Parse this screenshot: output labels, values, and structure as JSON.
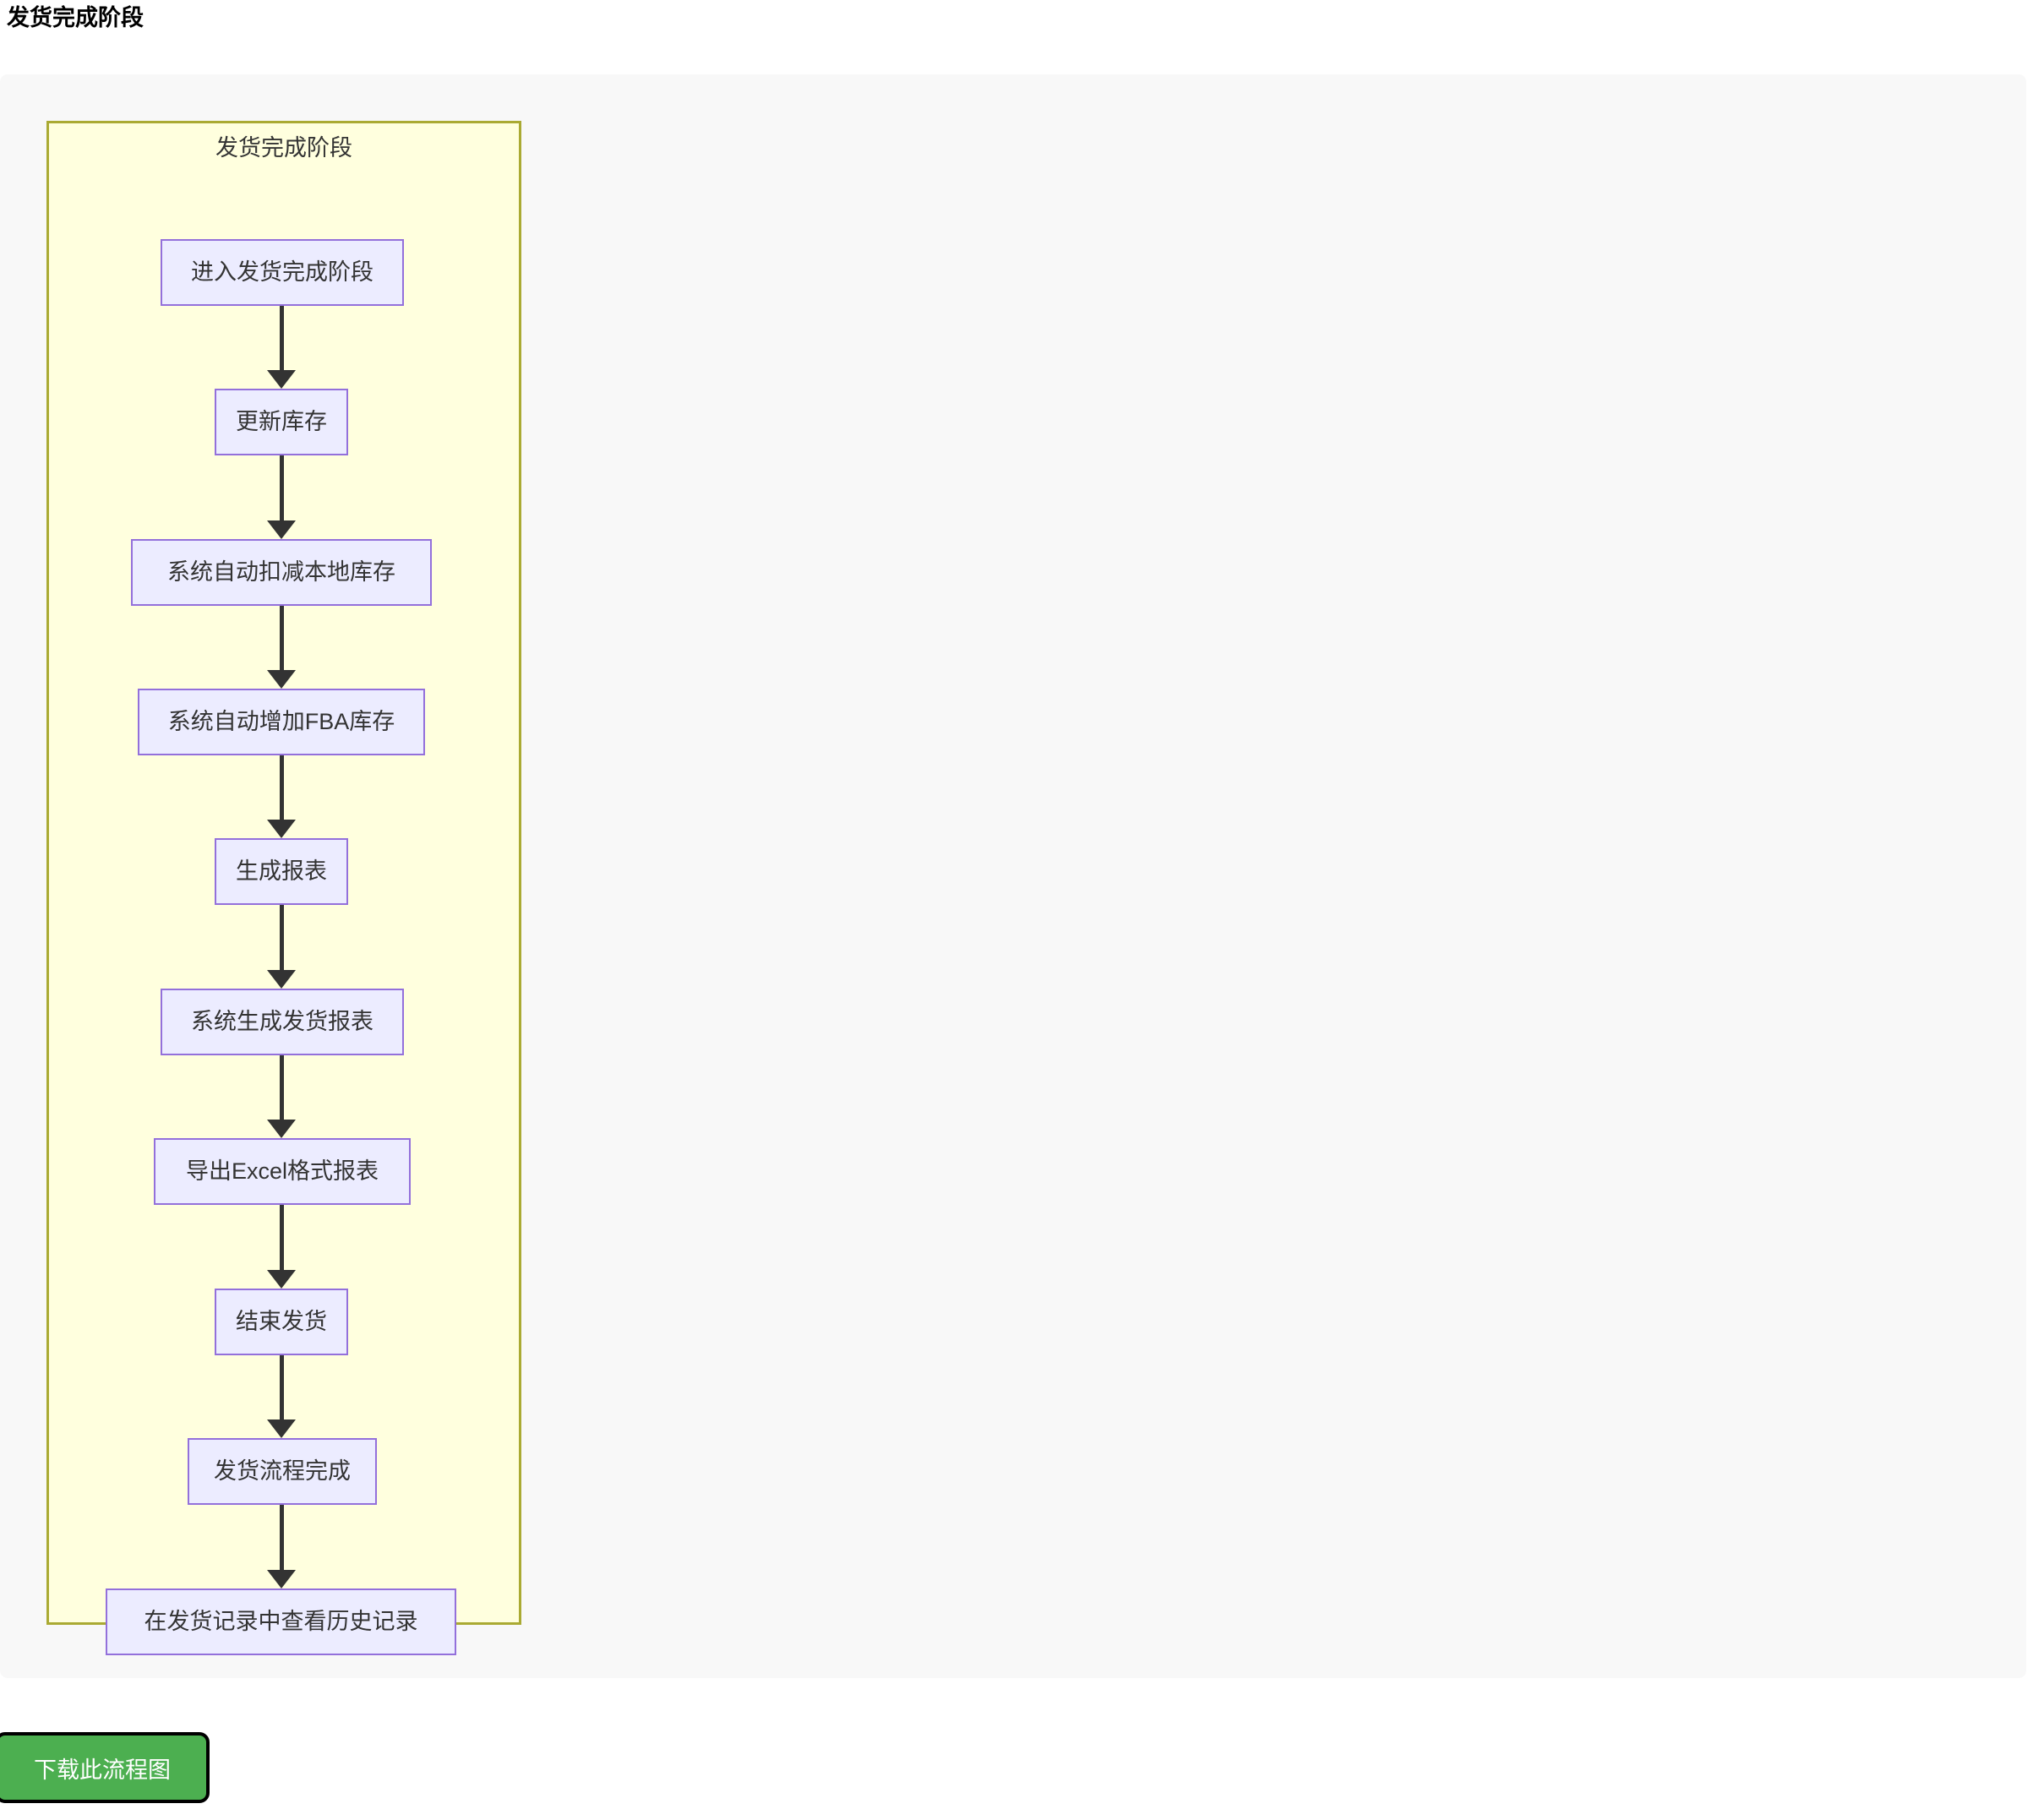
{
  "page": {
    "title": "发货完成阶段"
  },
  "diagram": {
    "type": "flowchart",
    "direction": "TD",
    "cluster": {
      "label": "发货完成阶段",
      "fill_color": "#ffffde",
      "border_color": "#aaaa33"
    },
    "node_style": {
      "fill_color": "#ececff",
      "border_color": "#9370db",
      "text_color": "#333333"
    },
    "edge_style": {
      "color": "#333333",
      "arrow": "solid-triangle"
    },
    "nodes": [
      {
        "id": "n1",
        "label": "进入发货完成阶段"
      },
      {
        "id": "n2",
        "label": "更新库存"
      },
      {
        "id": "n3",
        "label": "系统自动扣减本地库存"
      },
      {
        "id": "n4",
        "label": "系统自动增加FBA库存"
      },
      {
        "id": "n5",
        "label": "生成报表"
      },
      {
        "id": "n6",
        "label": "系统生成发货报表"
      },
      {
        "id": "n7",
        "label": "导出Excel格式报表"
      },
      {
        "id": "n8",
        "label": "结束发货"
      },
      {
        "id": "n9",
        "label": "发货流程完成"
      },
      {
        "id": "n10",
        "label": "在发货记录中查看历史记录"
      }
    ],
    "edges": [
      {
        "from": "n1",
        "to": "n2"
      },
      {
        "from": "n2",
        "to": "n3"
      },
      {
        "from": "n3",
        "to": "n4"
      },
      {
        "from": "n4",
        "to": "n5"
      },
      {
        "from": "n5",
        "to": "n6"
      },
      {
        "from": "n6",
        "to": "n7"
      },
      {
        "from": "n7",
        "to": "n8"
      },
      {
        "from": "n8",
        "to": "n9"
      },
      {
        "from": "n9",
        "to": "n10"
      }
    ]
  },
  "actions": {
    "download_label": "下载此流程图",
    "download_color": "#4caf50"
  }
}
